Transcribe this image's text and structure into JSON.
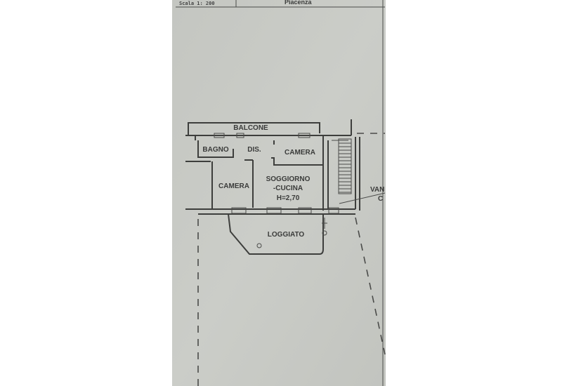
{
  "header": {
    "scale": "Scala 1: 200",
    "place": "Piacenza"
  },
  "rooms": {
    "balcone": "BALCONE",
    "bagno": "BAGNO",
    "dis": "DIS.",
    "camera_right": "CAMERA",
    "camera_left": "CAMERA",
    "soggiorno_line1": "SOGGIORNO",
    "soggiorno_line2": "-CUCINA",
    "height": "H=2,70",
    "loggiato": "LOGGIATO",
    "vano_partial_1": "VAN",
    "vano_partial_2": "C"
  },
  "colors": {
    "paper": "#c8cac5",
    "ink": "#3d3e3c"
  }
}
